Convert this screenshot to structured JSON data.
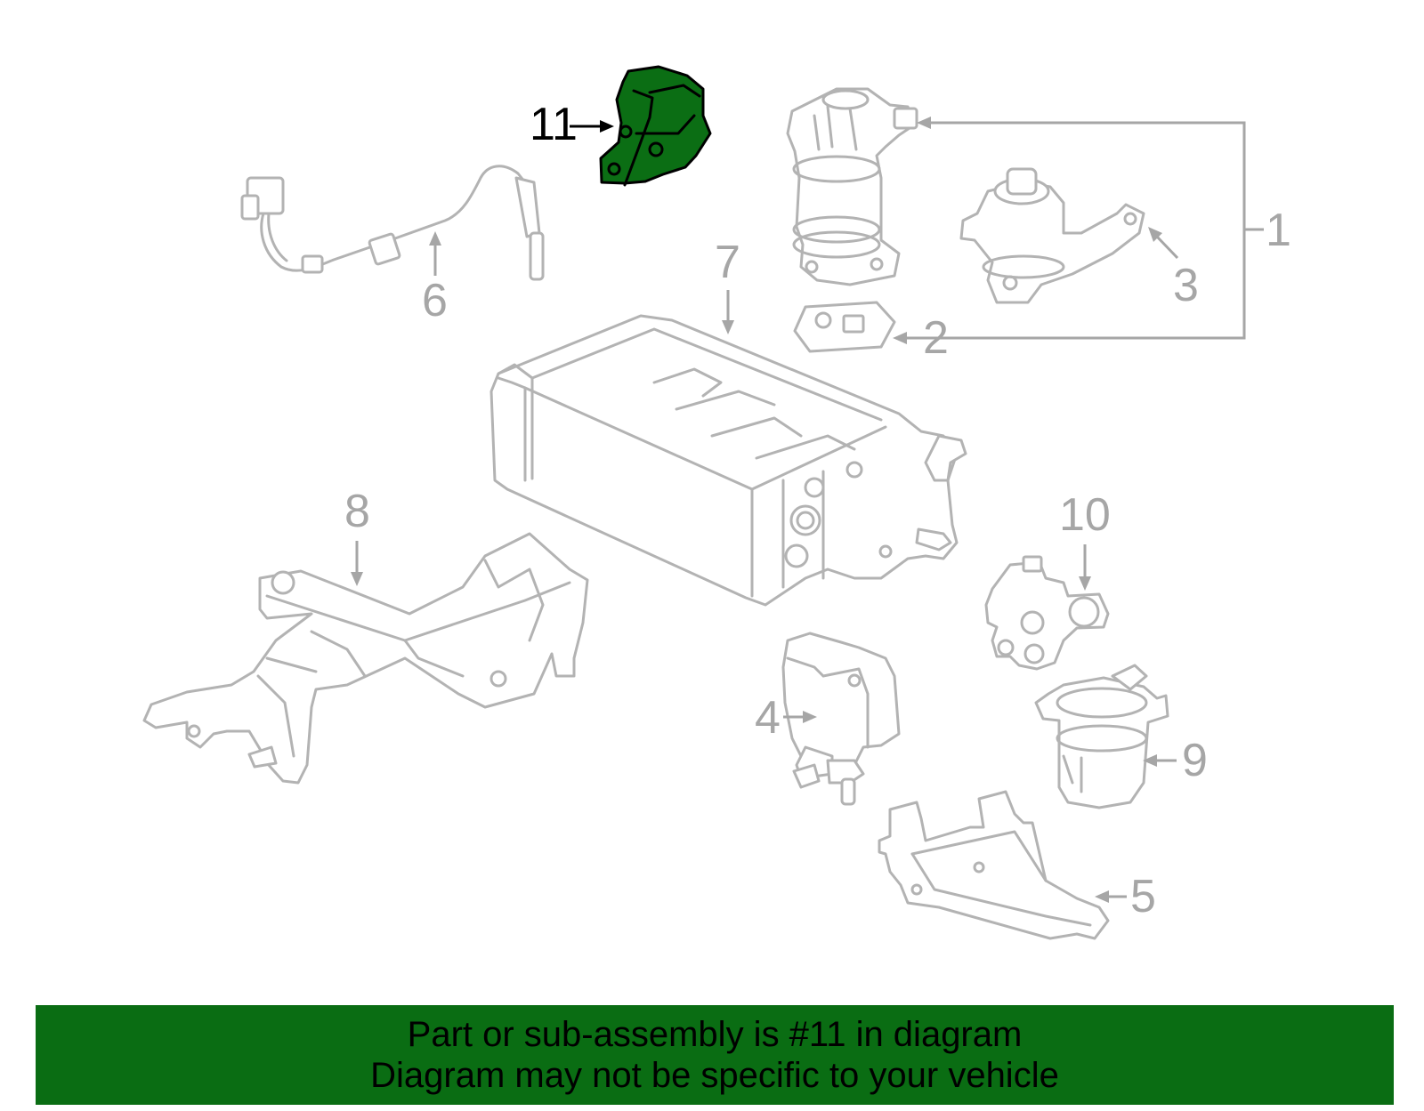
{
  "diagram": {
    "callouts": {
      "c1": "1",
      "c2": "2",
      "c3": "3",
      "c4": "4",
      "c5": "5",
      "c6": "6",
      "c7": "7",
      "c8": "8",
      "c9": "9",
      "c10": "10",
      "c11": "11"
    },
    "highlighted_part": "11",
    "colors": {
      "highlight": "#0b6e14",
      "banner": "#0a6d13",
      "line_art": "#b3b3b3"
    }
  },
  "banner": {
    "line1": "Part or sub-assembly is #11 in diagram",
    "line2": "Diagram may not be specific to your vehicle"
  }
}
